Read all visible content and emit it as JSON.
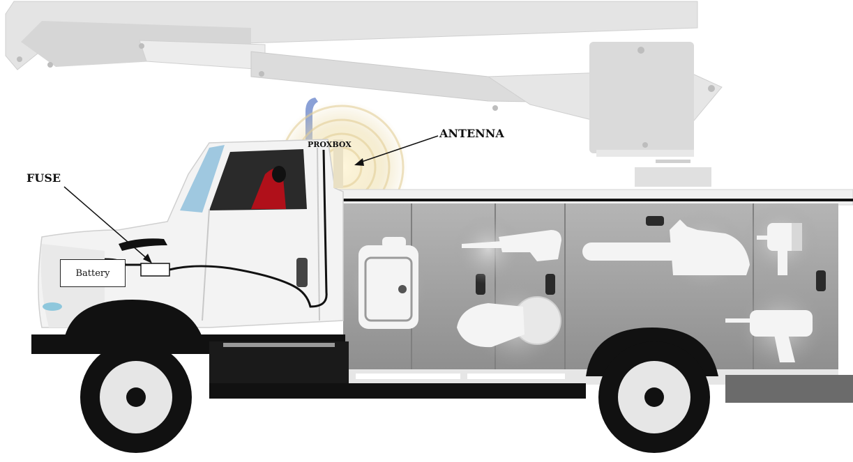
{
  "labels": {
    "fuse": "FUSE",
    "antenna": "ANTENNA",
    "proxbox": "PROXBOX",
    "battery": "Battery"
  },
  "colors": {
    "boom": "#e2e2e2",
    "truck_body": "#f2f2f2",
    "tool_panel": "#9c9c9c",
    "wheel": "#111111",
    "seat": "#b3121b",
    "signal_glow": "#e9d9a6",
    "wire": "#111111"
  },
  "icons": [
    "generator-icon",
    "reciprocating-saw-icon",
    "cut-off-saw-icon",
    "chainsaw-icon",
    "rotary-hammer-icon",
    "power-drill-icon"
  ]
}
